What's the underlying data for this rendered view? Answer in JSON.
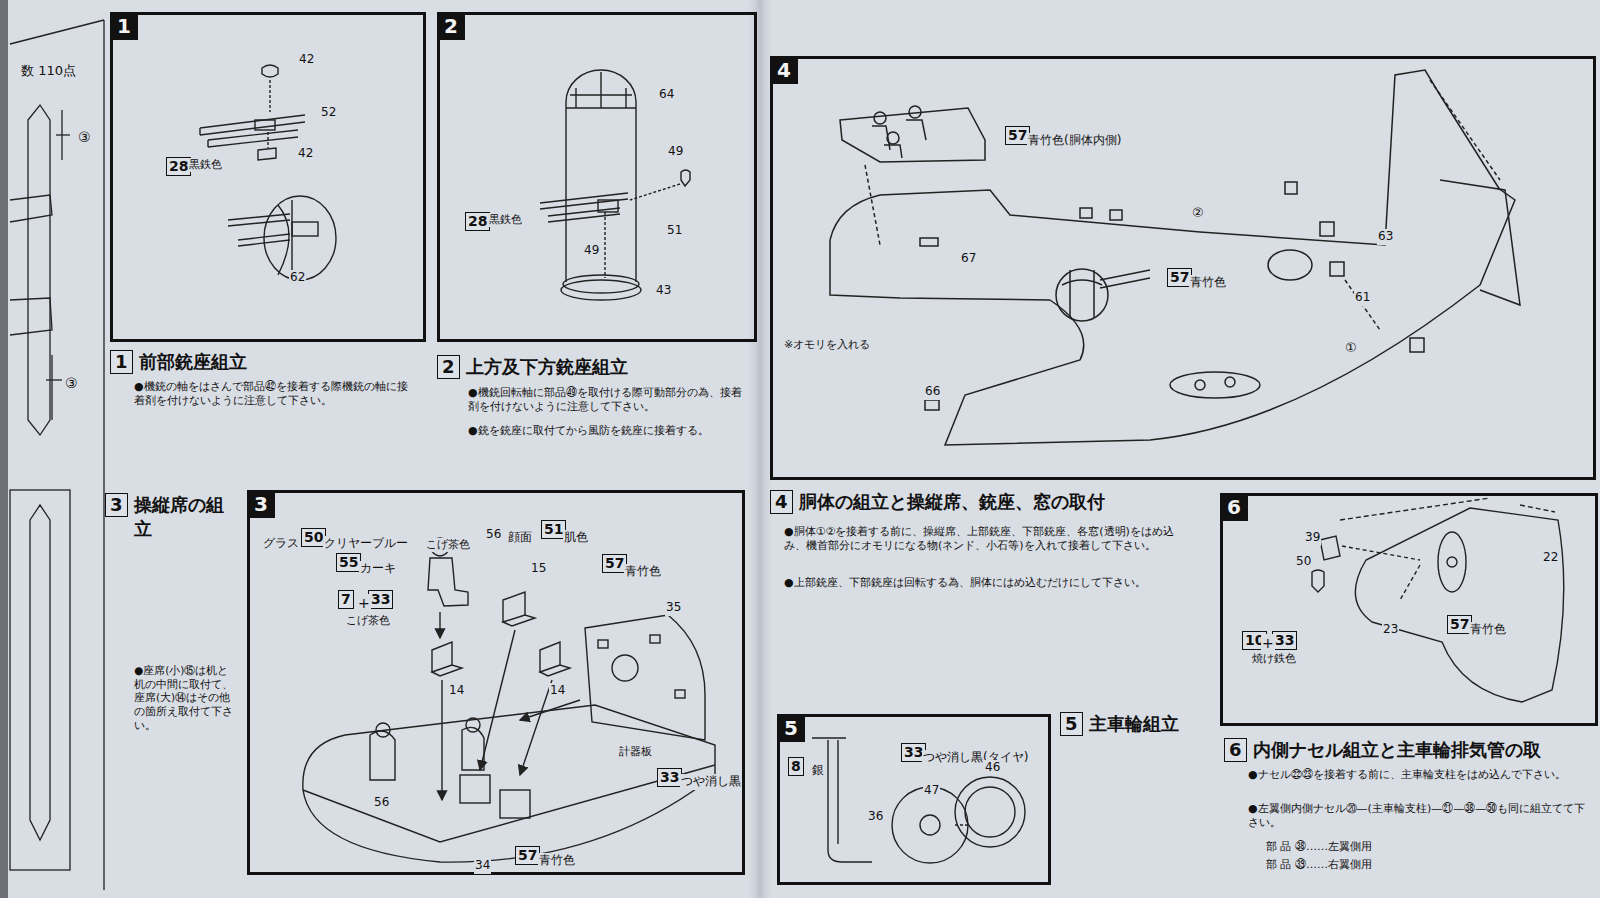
{
  "diagram": {
    "nodes": [
      {
        "text": [
          "1"
        ]
      },
      {
        "text": [
          "28"
        ],
        "in": 0
      },
      {
        "text": [
          "1",
          "前部銃座組立"
        ]
      },
      {
        "text": [
          "2"
        ]
      },
      {
        "text": [
          "28"
        ],
        "in": 3
      },
      {
        "text": [
          "2",
          "上方及下方銃座組立"
        ]
      },
      {
        "text": [
          "3",
          "操縦席の組立"
        ]
      },
      {
        "text": [
          "3"
        ]
      },
      {
        "text": [
          "50"
        ],
        "in": 7
      },
      {
        "text": [
          "51"
        ],
        "in": 7
      },
      {
        "text": [
          "55"
        ],
        "in": 7
      },
      {
        "text": [
          "7"
        ],
        "in": 7
      },
      {
        "text": [
          "33"
        ],
        "in": 7
      },
      {
        "text": [
          "57"
        ],
        "in": 7
      },
      {
        "text": [
          "33"
        ],
        "in": 7
      },
      {
        "text": [
          "57"
        ],
        "in": 7
      },
      {
        "text": [
          "4"
        ]
      },
      {
        "text": [
          "57"
        ],
        "in": 16
      },
      {
        "text": [
          "57"
        ],
        "in": 16
      },
      {
        "text": [
          "4",
          "胴体の組立と操縦席、銃座、窓の取付"
        ]
      },
      {
        "text": [
          "6"
        ]
      },
      {
        "text": [
          "10"
        ],
        "in": 20
      },
      {
        "text": [
          "33"
        ],
        "in": 20
      },
      {
        "text": [
          "57"
        ],
        "in": 20
      },
      {
        "text": [
          "5"
        ]
      },
      {
        "text": [
          "8"
        ],
        "in": 24
      },
      {
        "text": [
          "33"
        ],
        "in": 24
      },
      {
        "text": [
          "5",
          "主車輪組立"
        ]
      },
      {
        "text": [
          "6",
          "内側ナセル組立と主車輪排気管の取"
        ]
      }
    ],
    "labels": [
      "数 110点",
      "③",
      "③",
      "42",
      "52",
      "黒鉄色",
      "42",
      "62",
      "●機銃の軸をはさんで部品㊷を接着する際機銃の軸に接着剤を付けないように注意して下さい。",
      "64",
      "49",
      "黒鉄色",
      "49",
      "51",
      "43",
      "●機銃回転軸に部品㊾を取付ける際可動部分の為、接着剤を付けないように注意して下さい。",
      "●銃を銃座に取付てから風防を銃座に接着する。",
      "●座席(小)⑮は机と机の中間に取付て、座席(大)⑭はその他の箇所え取付て下さい。",
      "こげ茶色",
      "グラス",
      "クリヤーブルー",
      "56",
      "顔面",
      "肌色",
      "カーキ",
      "+",
      "こげ茶色",
      "15",
      "青竹色",
      "14",
      "14",
      "35",
      "56",
      "計器板",
      "つや消し黒",
      "34",
      "青竹色",
      "青竹色(胴体内側)",
      "②",
      "青竹色",
      "61",
      "63",
      "67",
      "①",
      "66",
      "※オモリを入れる",
      "●胴体①②を接着する前に、操縦席、上部銃座、下部銃座、各窓(透明)をはめ込み、機首部分にオモリになる物(ネンド、小石等)を入れて接着して下さい。",
      "●上部銃座、下部銃座は回転する為、胴体にはめ込むだけにして下さい。",
      "銀",
      "つや消し黒(タイヤ)",
      "47",
      "46",
      "36",
      "39",
      "50",
      "+",
      "焼け鉄色",
      "22",
      "青竹色",
      "23",
      "●ナセル㉒㉓を接着する前に、主車輪支柱をはめ込んで下さい。",
      "●左翼側内側ナセル⑳—(主車輪支柱)—㉑—㊳—㊿も同に組立てて下さい。",
      "部 品 ㊳……左翼側用",
      "部 品 ㊴……右翼側用"
    ]
  }
}
